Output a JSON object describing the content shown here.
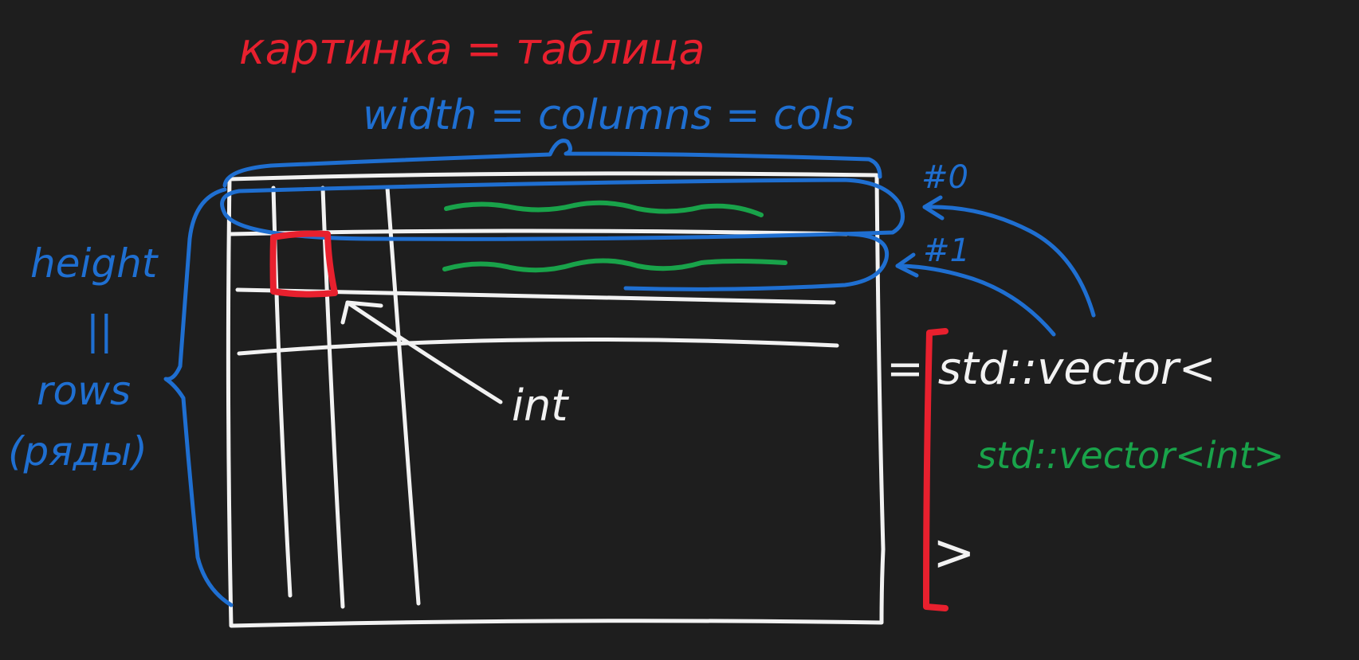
{
  "colors": {
    "background": "#1e1e1e",
    "white": "#f2f2f2",
    "blue": "#1f6fd1",
    "red": "#e8202e",
    "green": "#19a34a"
  },
  "labels": {
    "title": "картинка = таблица",
    "width": "width = columns = cols",
    "height_line1": "height",
    "height_line2": "||",
    "height_line3": "rows",
    "height_line4": "(ряды)",
    "row0": "#0",
    "row1": "#1",
    "cell_type": "int",
    "vector_outer": "= std::vector<",
    "vector_inner": "std::vector<int>",
    "vector_close": ">"
  }
}
